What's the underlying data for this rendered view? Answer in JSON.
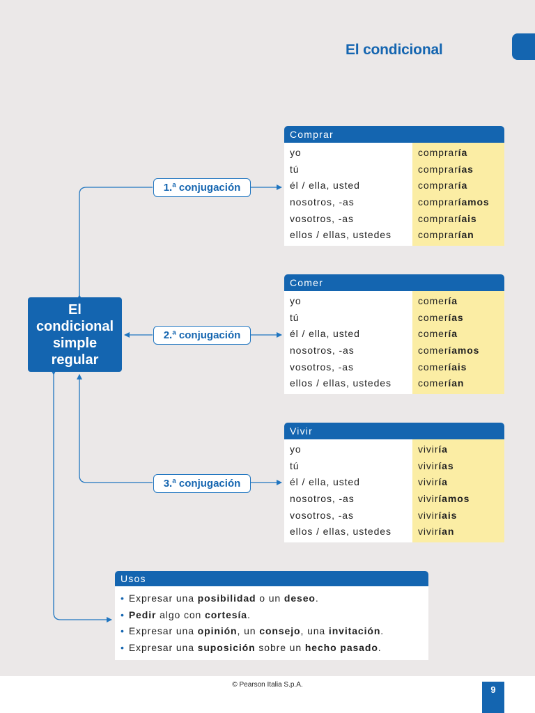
{
  "page": {
    "title": "El condicional",
    "copyright": "© Pearson Italia S.p.A.",
    "page_number": "9"
  },
  "main_box": {
    "label": "El\ncondicional\nsimple\nregular"
  },
  "conjugations": [
    {
      "label": "1.ª conjugación",
      "verb": "Comprar",
      "persons": [
        "yo",
        "tú",
        "él / ella, usted",
        "nosotros, -as",
        "vosotros, -as",
        "ellos / ellas, ustedes"
      ],
      "forms": [
        {
          "stem": "comprar",
          "ending": "ía"
        },
        {
          "stem": "comprar",
          "ending": "ías"
        },
        {
          "stem": "comprar",
          "ending": "ía"
        },
        {
          "stem": "comprar",
          "ending": "íamos"
        },
        {
          "stem": "comprar",
          "ending": "íais"
        },
        {
          "stem": "comprar",
          "ending": "ían"
        }
      ]
    },
    {
      "label": "2.ª conjugación",
      "verb": "Comer",
      "persons": [
        "yo",
        "tú",
        "él / ella, usted",
        "nosotros, -as",
        "vosotros, -as",
        "ellos / ellas, ustedes"
      ],
      "forms": [
        {
          "stem": "comer",
          "ending": "ía"
        },
        {
          "stem": "comer",
          "ending": "ías"
        },
        {
          "stem": "comer",
          "ending": "ía"
        },
        {
          "stem": "comer",
          "ending": "íamos"
        },
        {
          "stem": "comer",
          "ending": "íais"
        },
        {
          "stem": "comer",
          "ending": "ían"
        }
      ]
    },
    {
      "label": "3.ª conjugación",
      "verb": "Vivir",
      "persons": [
        "yo",
        "tú",
        "él / ella, usted",
        "nosotros, -as",
        "vosotros, -as",
        "ellos / ellas, ustedes"
      ],
      "forms": [
        {
          "stem": "vivir",
          "ending": "ía"
        },
        {
          "stem": "vivir",
          "ending": "ías"
        },
        {
          "stem": "vivir",
          "ending": "ía"
        },
        {
          "stem": "vivir",
          "ending": "íamos"
        },
        {
          "stem": "vivir",
          "ending": "íais"
        },
        {
          "stem": "vivir",
          "ending": "ían"
        }
      ]
    }
  ],
  "usos": {
    "title": "Usos",
    "items": [
      [
        {
          "t": "Expresar una "
        },
        {
          "t": "posibilidad",
          "b": true
        },
        {
          "t": " o un "
        },
        {
          "t": "deseo",
          "b": true
        },
        {
          "t": "."
        }
      ],
      [
        {
          "t": "Pedir",
          "b": true
        },
        {
          "t": " algo con "
        },
        {
          "t": "cortesía",
          "b": true
        },
        {
          "t": "."
        }
      ],
      [
        {
          "t": "Expresar una "
        },
        {
          "t": "opinión",
          "b": true
        },
        {
          "t": ", un "
        },
        {
          "t": "consejo",
          "b": true
        },
        {
          "t": ", una "
        },
        {
          "t": "invitación",
          "b": true
        },
        {
          "t": "."
        }
      ],
      [
        {
          "t": "Expresar una "
        },
        {
          "t": "suposición",
          "b": true
        },
        {
          "t": " sobre un "
        },
        {
          "t": "hecho pasado",
          "b": true
        },
        {
          "t": "."
        }
      ]
    ]
  },
  "colors": {
    "accent": "#1465b0",
    "highlight": "#fbeda4",
    "background": "#ebe8e8"
  }
}
